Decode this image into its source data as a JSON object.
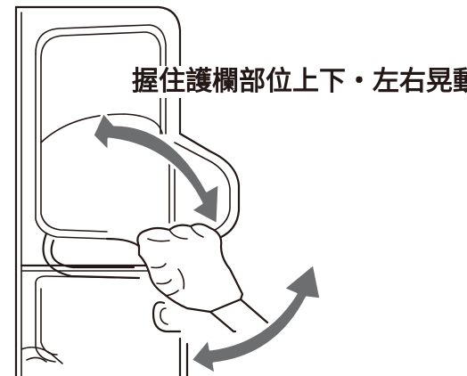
{
  "caption": "握住護欄部位上下・左右晃動",
  "colors": {
    "line": "#231815",
    "arrow": "#6d6e70",
    "background": "#ffffff"
  },
  "icons": [
    "vertical-motion-arrow",
    "horizontal-motion-arrow"
  ]
}
